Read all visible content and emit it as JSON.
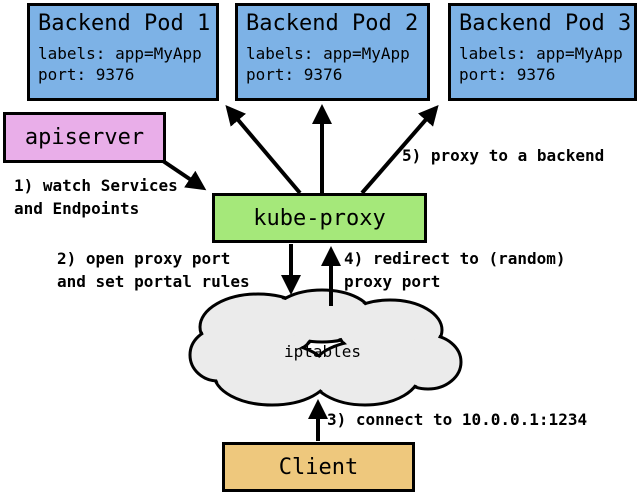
{
  "pods": [
    {
      "title": "Backend Pod 1",
      "labels": "labels: app=MyApp",
      "port": "port: 9376"
    },
    {
      "title": "Backend Pod 2",
      "labels": "labels: app=MyApp",
      "port": "port: 9376"
    },
    {
      "title": "Backend Pod 3",
      "labels": "labels: app=MyApp",
      "port": "port: 9376"
    }
  ],
  "nodes": {
    "apiserver": "apiserver",
    "kube_proxy": "kube-proxy",
    "iptables": "iptables",
    "client": "Client"
  },
  "annotations": {
    "step1": "1) watch Services\nand Endpoints",
    "step2": "2) open proxy port\nand set portal rules",
    "step3": "3) connect to 10.0.0.1:1234",
    "step4": "4) redirect to (random)\nproxy port",
    "step5": "5) proxy to a backend"
  },
  "colors": {
    "pod_fill": "#7db2e6",
    "apiserver_fill": "#e9aee9",
    "kube_proxy_fill": "#a5e87a",
    "client_fill": "#eec87d",
    "cloud_fill": "#ebebeb",
    "outline": "#000000"
  }
}
